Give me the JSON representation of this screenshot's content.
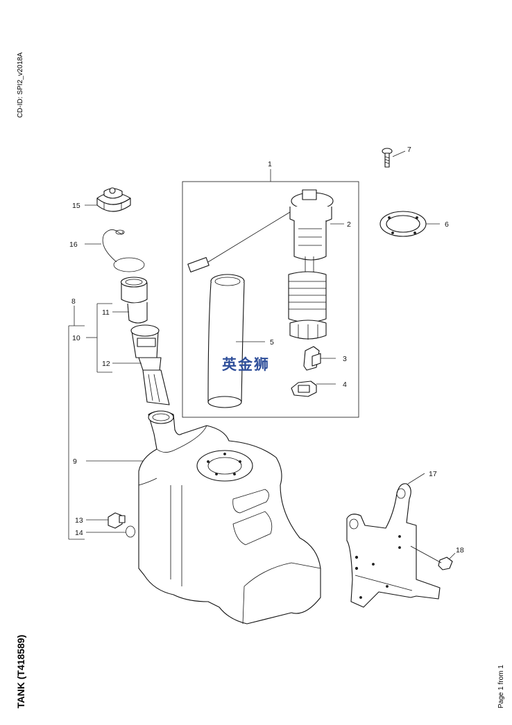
{
  "header": {
    "cd_id": "CD-ID: SPI2_v2018A"
  },
  "footer": {
    "title": "TANK (T418589)",
    "page": "Page 1 from 1"
  },
  "watermark": "英金狮",
  "callouts": [
    "1",
    "2",
    "3",
    "4",
    "5",
    "6",
    "7",
    "8",
    "9",
    "10",
    "11",
    "12",
    "13",
    "14",
    "15",
    "16",
    "17",
    "18"
  ]
}
